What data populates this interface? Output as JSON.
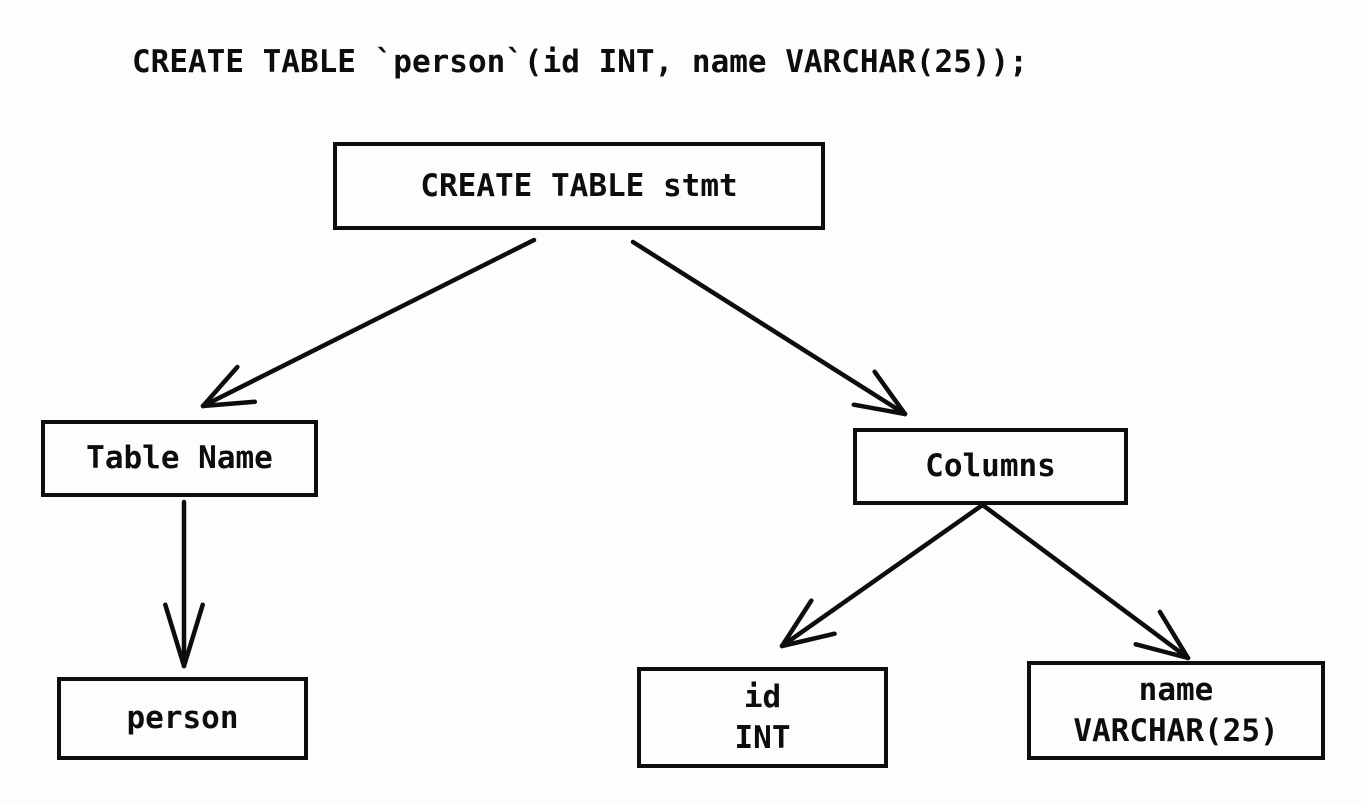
{
  "sql_statement": "CREATE TABLE `person`(id INT, name VARCHAR(25));",
  "diagram": {
    "nodes": {
      "stmt": {
        "lines": [
          "CREATE TABLE stmt"
        ]
      },
      "table_name": {
        "lines": [
          "Table Name"
        ]
      },
      "columns": {
        "lines": [
          "Columns"
        ]
      },
      "person": {
        "lines": [
          "person"
        ]
      },
      "id_col": {
        "lines": [
          "id",
          "INT"
        ]
      },
      "name_col": {
        "lines": [
          "name",
          "VARCHAR(25)"
        ]
      }
    },
    "edges": [
      {
        "from": "stmt",
        "to": "table_name"
      },
      {
        "from": "stmt",
        "to": "columns"
      },
      {
        "from": "table_name",
        "to": "person"
      },
      {
        "from": "columns",
        "to": "id_col"
      },
      {
        "from": "columns",
        "to": "name_col"
      }
    ]
  },
  "colors": {
    "ink": "#0d0d0d",
    "background": "#fdfdfd"
  }
}
